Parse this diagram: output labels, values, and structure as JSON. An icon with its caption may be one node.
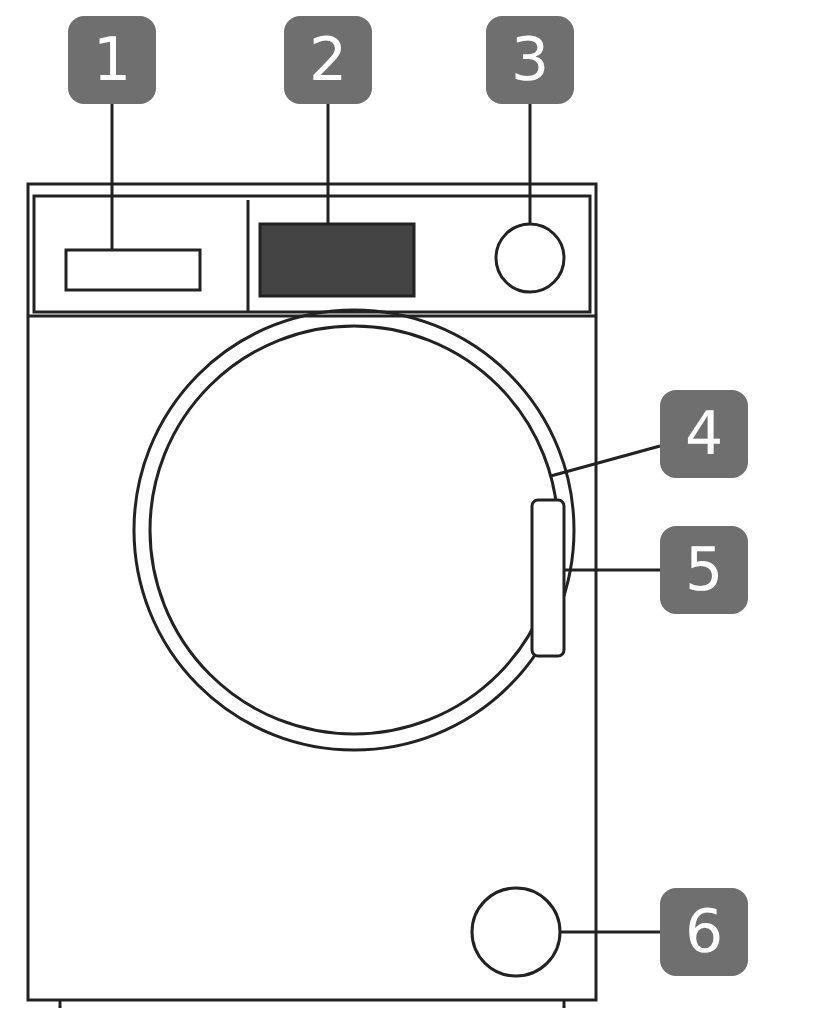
{
  "diagram": {
    "nodes": [
      {
        "text": [
          "1"
        ]
      },
      {
        "text": [
          "2"
        ]
      },
      {
        "text": [
          "3"
        ]
      },
      {
        "text": [
          "4"
        ]
      },
      {
        "text": [
          "5"
        ]
      },
      {
        "text": [
          "6"
        ]
      },
      {
        "text": [],
        "shape": "box"
      },
      {
        "text": [],
        "shape": "box"
      },
      {
        "text": [],
        "shape": "circle"
      },
      {
        "text": [],
        "shape": "circle"
      },
      {
        "text": [],
        "shape": "bar"
      },
      {
        "text": [],
        "shape": "circle"
      }
    ],
    "edges": [
      {
        "from": 0,
        "to": 6,
        "arrow": "none"
      },
      {
        "from": 1,
        "to": 7,
        "arrow": "none"
      },
      {
        "from": 2,
        "to": 8,
        "arrow": "none"
      },
      {
        "from": 3,
        "to": 9,
        "arrow": "none"
      },
      {
        "from": 4,
        "to": 10,
        "arrow": "none"
      },
      {
        "from": 5,
        "to": 11,
        "arrow": "none"
      }
    ]
  }
}
